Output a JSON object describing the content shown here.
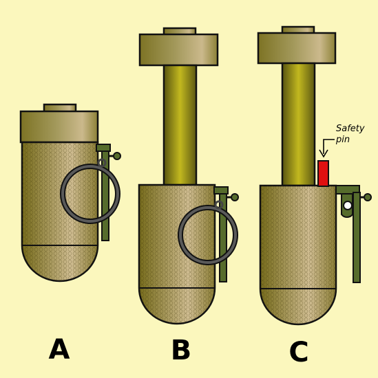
{
  "panels": [
    {
      "label": "A"
    },
    {
      "label": "B"
    },
    {
      "label": "C"
    }
  ],
  "annotation": {
    "line1": "Safety",
    "line2": "pin"
  },
  "colors": {
    "background": "#fbf7bd",
    "body_olive": "#7e741f",
    "body_tan": "#cdb98b",
    "rod_olive": "#6b6515",
    "rod_yellow": "#c9c023",
    "lever_green": "#566c2c",
    "ring_gray": "#555555",
    "safety_pin_red": "#e01010",
    "outline": "#111111"
  }
}
